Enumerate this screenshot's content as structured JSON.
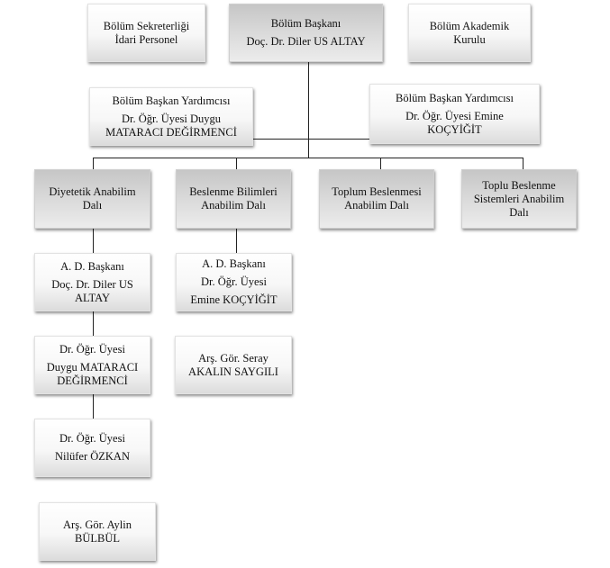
{
  "boxes": {
    "secretariat": [
      "Bölüm Sekreterliği",
      "İdari Personel"
    ],
    "head": [
      "Bölüm Başkanı",
      "Doç. Dr. Diler US ALTAY"
    ],
    "academic_board": [
      "Bölüm Akademik",
      "Kurulu"
    ],
    "deputy1": [
      "Bölüm Başkan Yardımcısı",
      "Dr. Öğr. Üyesi Duygu",
      "MATARACI DEĞİRMENCİ"
    ],
    "deputy2": [
      "Bölüm Başkan Yardımcısı",
      "Dr. Öğr. Üyesi Emine",
      "KOÇYİĞİT"
    ],
    "dept_dietetics": [
      "Diyetetik Anabilim",
      "Dalı"
    ],
    "dept_nutrition_sciences": [
      "Beslenme Bilimleri",
      "Anabilim Dalı"
    ],
    "dept_public_nutrition": [
      "Toplum Beslenmesi",
      "Anabilim Dalı"
    ],
    "dept_mass_nutrition": [
      "Toplu Beslenme",
      "Sistemleri Anabilim",
      "Dalı"
    ],
    "diet_head": [
      "A. D. Başkanı",
      "Doç. Dr. Diler US",
      "ALTAY"
    ],
    "diet_member1": [
      "Dr. Öğr. Üyesi",
      "Duygu MATARACI",
      "DEĞİRMENCİ"
    ],
    "diet_member2": [
      "Dr. Öğr. Üyesi",
      "Nilüfer ÖZKAN"
    ],
    "diet_assistant": [
      "Arş. Gör. Aylin",
      "BÜLBÜL"
    ],
    "ns_head": [
      "A. D. Başkanı",
      "Dr. Öğr. Üyesi",
      "Emine KOÇYİĞİT"
    ],
    "ns_assistant": [
      "Arş. Gör. Seray",
      "AKALIN SAYGILI"
    ]
  }
}
